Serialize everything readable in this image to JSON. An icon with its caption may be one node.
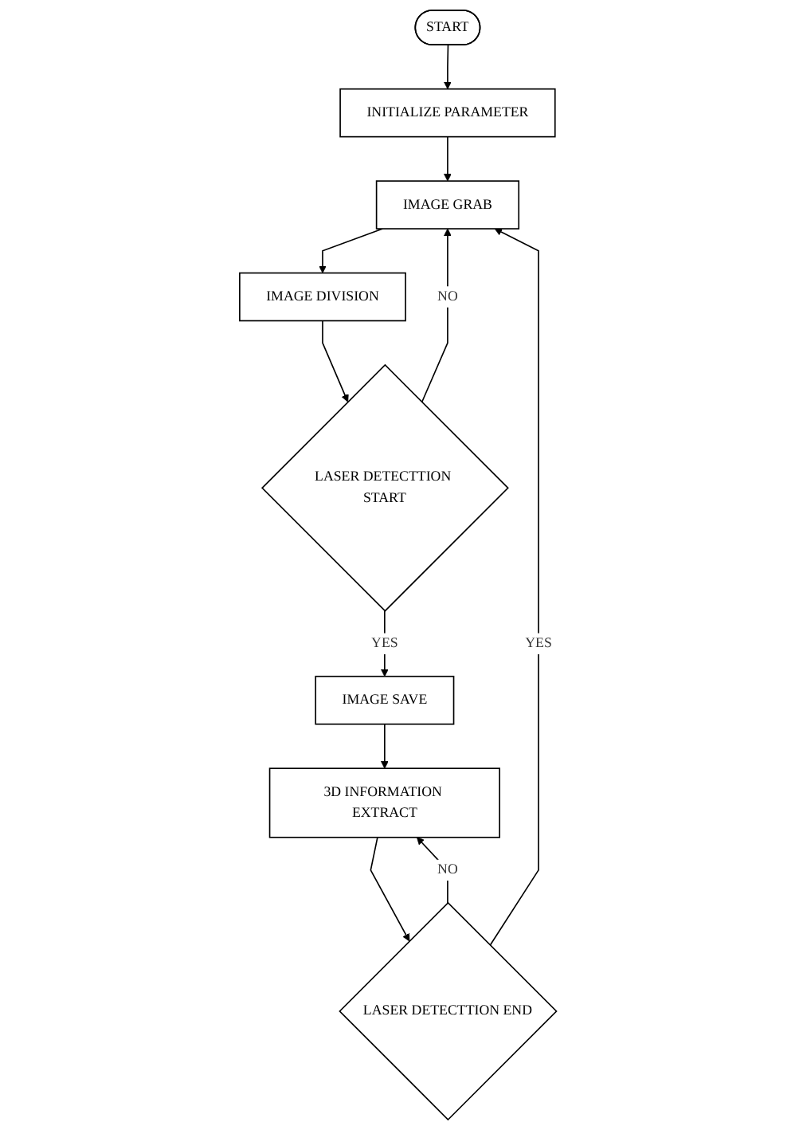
{
  "diagram": {
    "nodes": [
      {
        "text": [
          "START"
        ]
      },
      {
        "text": [
          "INITIALIZE PARAMETER"
        ]
      },
      {
        "text": [
          "IMAGE GRAB"
        ]
      },
      {
        "text": [
          "IMAGE DIVISION"
        ]
      },
      {
        "text": [
          "LASER DETECTTION START"
        ]
      },
      {
        "text": [
          "IMAGE SAVE"
        ]
      },
      {
        "text": [
          "3D INFORMATION EXTRACT"
        ]
      },
      {
        "text": [
          "LASER DETECTTION END"
        ]
      }
    ],
    "edges": [
      {
        "from": 0,
        "to": 1,
        "arrow": "to"
      },
      {
        "from": 1,
        "to": 2,
        "arrow": "to"
      },
      {
        "from": 2,
        "to": 3,
        "arrow": "to"
      },
      {
        "from": 3,
        "to": 4,
        "arrow": "to"
      },
      {
        "from": 4,
        "to": 2,
        "arrow": "to",
        "label": "NO"
      },
      {
        "from": 4,
        "to": 5,
        "arrow": "to",
        "label": "YES"
      },
      {
        "from": 5,
        "to": 6,
        "arrow": "to"
      },
      {
        "from": 6,
        "to": 7,
        "arrow": "to"
      },
      {
        "from": 7,
        "to": 2,
        "arrow": "to",
        "label": "YES"
      },
      {
        "from": 7,
        "to": 6,
        "arrow": "to",
        "label": "NO"
      }
    ]
  }
}
